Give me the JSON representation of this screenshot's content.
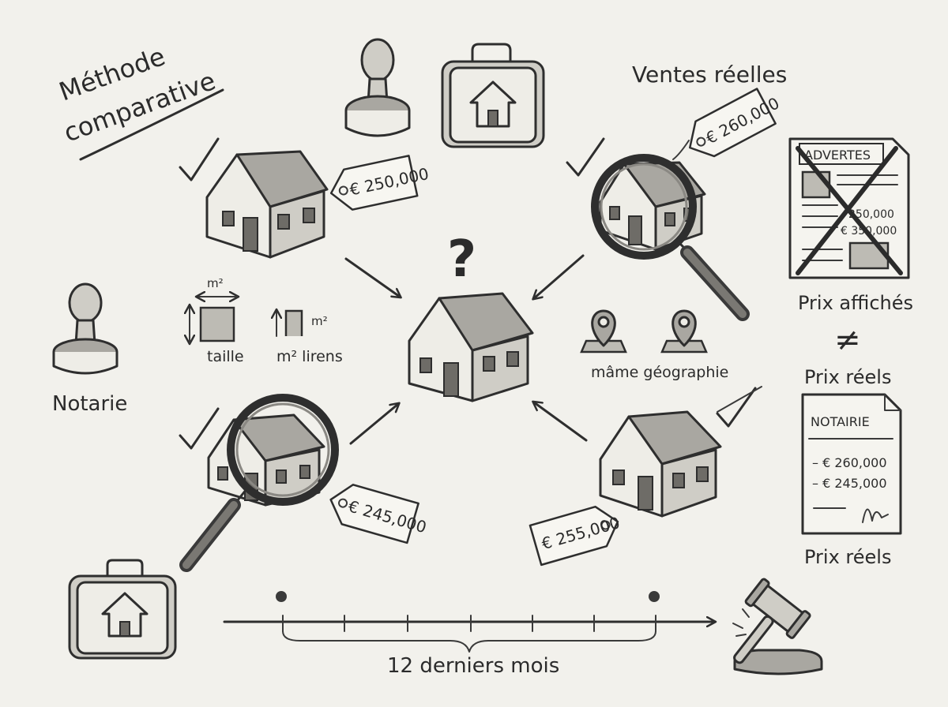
{
  "title_line1": "Méthode",
  "title_line2": "comparative",
  "center_question": "?",
  "ventes_reelles": "Ventes réelles",
  "price_top_left": "€ 250,000",
  "price_top_right": "€ 260,000",
  "price_bottom_left": "€ 245,000",
  "price_bottom_right": "€ 255,000",
  "size_unit_top": "m²",
  "size_unit_side": "m²",
  "taille_label": "taille",
  "m2_label": "m² lirens",
  "geo_label": "mâme géographie",
  "notarie_label": "Notarie",
  "advert_card": {
    "header": "ADVERTES",
    "price1": "250,000",
    "price2": "€ 350,000",
    "caption": "Prix affichés"
  },
  "not_equal": "≠",
  "prix_reels_middle": "Prix réels",
  "notary_card": {
    "header": "NOTAIRIE",
    "price1": "– € 260,000",
    "price2": "– € 245,000",
    "caption": "Prix réels"
  },
  "timeline_label": "12 derniers mois",
  "colors": {
    "ink": "#2e2e2e",
    "paper": "#f2f1ec",
    "shade": "#a9a7a1"
  }
}
